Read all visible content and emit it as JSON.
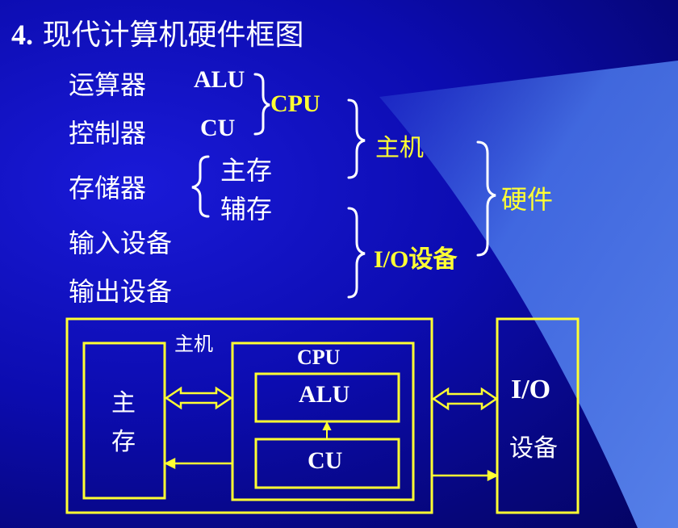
{
  "title": {
    "number": "4",
    "text": "现代计算机硬件框图"
  },
  "components": {
    "alu_cn": "运算器",
    "alu_en": "ALU",
    "cu_cn": "控制器",
    "cu_en": "CU",
    "cpu": "CPU",
    "memory_cn": "存储器",
    "main_memory": "主存",
    "aux_memory": "辅存",
    "input": "输入设备",
    "output": "输出设备",
    "host": "主机",
    "io": "I/O设备",
    "hardware": "硬件"
  },
  "diagram": {
    "host_label": "主机",
    "main_mem_line1": "主",
    "main_mem_line2": "存",
    "cpu_label": "CPU",
    "alu_label": "ALU",
    "cu_label": "CU",
    "io_line1": "I/O",
    "io_line2": "设备"
  },
  "colors": {
    "background": "#0c0cb0",
    "highlight": "#ffff33",
    "text": "#ffffff",
    "beam": "#4a7ae8"
  }
}
